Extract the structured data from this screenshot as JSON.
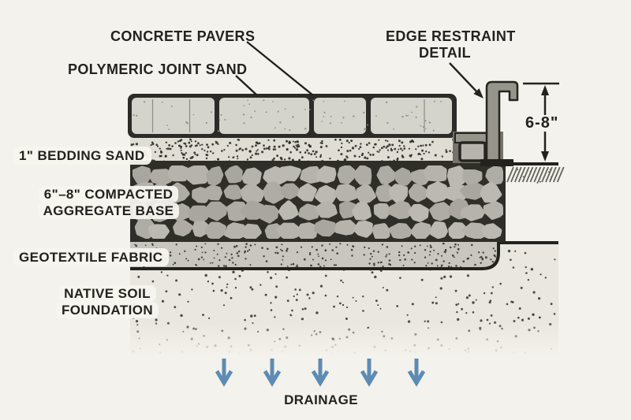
{
  "labels": {
    "concrete_pavers": "CONCRETE PAVERS",
    "polymeric_joint_sand": "POLYMERIC JOINT SAND",
    "edge_restraint": [
      "EDGE RESTRAINT",
      "DETAIL"
    ],
    "bedding_sand": "1\" BEDDING SAND",
    "aggregate_base": [
      "6\"–8\" COMPACTED",
      "AGGREGATE BASE"
    ],
    "geotextile_fabric": "GEOTEXTILE FABRIC",
    "native_soil": [
      "NATIVE SOIL",
      "FOUNDATION"
    ],
    "drainage": "DRAINAGE",
    "edge_height": "6-8\""
  },
  "drainage_arrows": {
    "count": 5,
    "color": "#5d8bb3"
  },
  "colors": {
    "background": "#f4f2ec",
    "text": "#23221f",
    "line": "#23221e",
    "paver_fill": "#d4d3cc",
    "paver_joint_dark": "#2c2b27",
    "bedding_sand_fill": "#dfddd4",
    "aggregate_dark": "#2f2e29",
    "stone_fill": "#b2b0a8",
    "geotextile_fill": "#c8c6be",
    "native_soil_fill": "#e9e7df",
    "edge_restraint_gray": "#96948b",
    "arrow_blue": "#5d8bb3"
  }
}
